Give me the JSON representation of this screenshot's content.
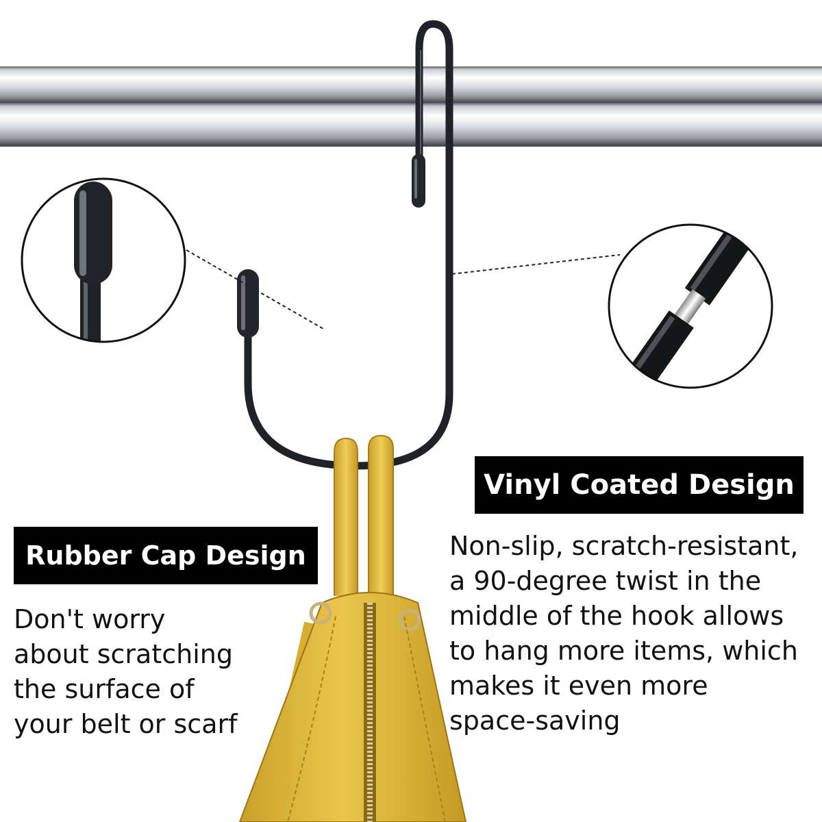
{
  "features": {
    "rubber_cap": {
      "title": "Rubber Cap Design",
      "lines": [
        "Don't worry",
        "about scratching",
        "the surface of",
        "your belt or scarf"
      ]
    },
    "vinyl_coating": {
      "title": "Vinyl Coated Design",
      "lines": [
        "Non-slip, scratch-resistant,",
        "a 90-degree twist in the",
        "middle of the hook allows",
        "to hang more items, which",
        "makes it even more",
        "space-saving"
      ]
    }
  },
  "colors": {
    "background": "#ffffff",
    "hook": "#1f2226",
    "bag": "#e2bb3c",
    "label_bg": "#000000",
    "label_text": "#ffffff",
    "rail": "#c8ccd2"
  }
}
